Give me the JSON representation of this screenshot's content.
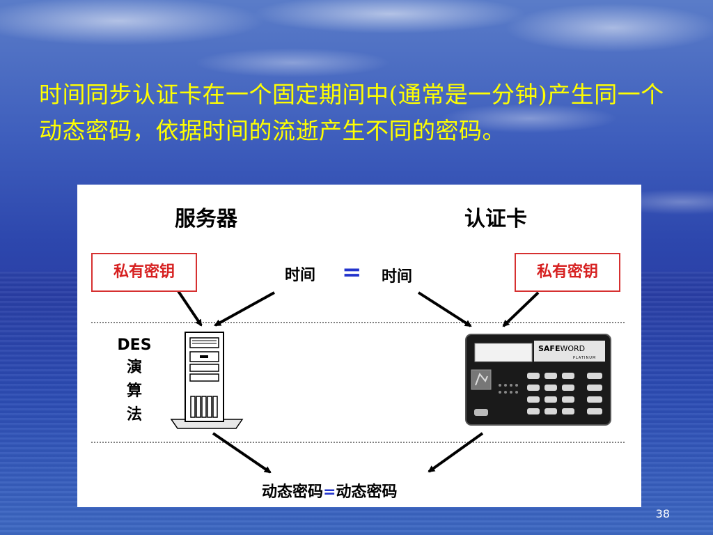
{
  "slide": {
    "heading": "时间同步认证卡在一个固定期间中(通常是一分钟)产生同一个动态密码，依据时间的流逝产生不同的密码。",
    "page_number": "38"
  },
  "diagram": {
    "server_title": "服务器",
    "card_title": "认证卡",
    "private_key_left": "私有密钥",
    "private_key_right": "私有密钥",
    "time_left": "时间",
    "equals": "=",
    "time_right": "时间",
    "des_label": "DES",
    "algo_chars": [
      "演",
      "算",
      "法"
    ],
    "dynamic_left": "动态密码",
    "dynamic_equals": "=",
    "dynamic_right": "动态密码",
    "card_brand_safe": "SAFE",
    "card_brand_word": "WORD",
    "card_brand_sub": "PLATINUM"
  },
  "colors": {
    "heading": "#ffff00",
    "key_border": "#d63030",
    "key_text": "#d62020",
    "equals": "#2233cc"
  }
}
